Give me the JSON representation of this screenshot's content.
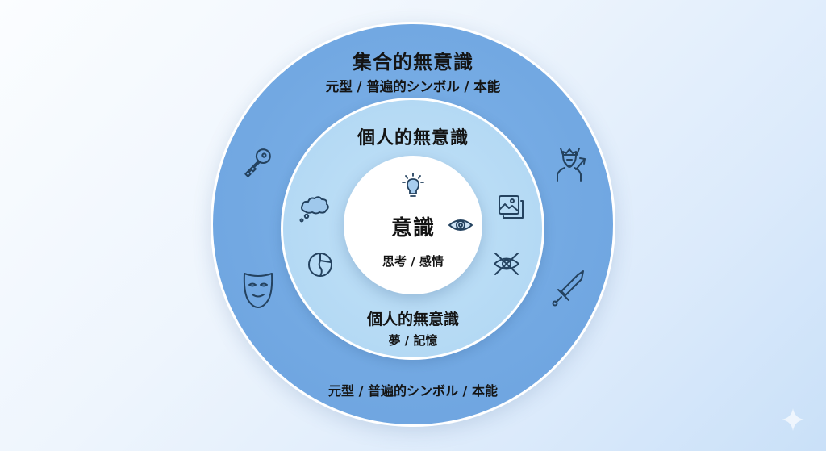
{
  "diagram": {
    "type": "concentric-circles",
    "subject": "Jungian layers of the psyche",
    "outer_layer": {
      "title": "集合的無意識",
      "subtitle_top": "元型 / 普遍的シンボル / 本能",
      "subtitle_bottom": "元型 / 普遍的シンボル / 本能",
      "icons": [
        "key-icon",
        "theater-mask-icon",
        "viking-king-icon",
        "sword-icon"
      ],
      "color": "#74a9e3"
    },
    "middle_layer": {
      "title": "個人的無意識",
      "title_bottom": "個人的無意識",
      "subtitle": "夢 / 記憶",
      "icons": [
        "thought-cloud-icon",
        "pie-chart-icon",
        "photo-gallery-icon",
        "eye-off-icon"
      ],
      "color": "#b5dcf6"
    },
    "inner_layer": {
      "title": "意識",
      "subtitle": "思考 / 感情",
      "icons": [
        "lightbulb-icon",
        "eye-icon"
      ],
      "color": "#ffffff"
    },
    "border_color": "#ffffff",
    "icon_stroke_color": "#24425f"
  },
  "corner_mark": {
    "icon": "sparkle-icon"
  }
}
